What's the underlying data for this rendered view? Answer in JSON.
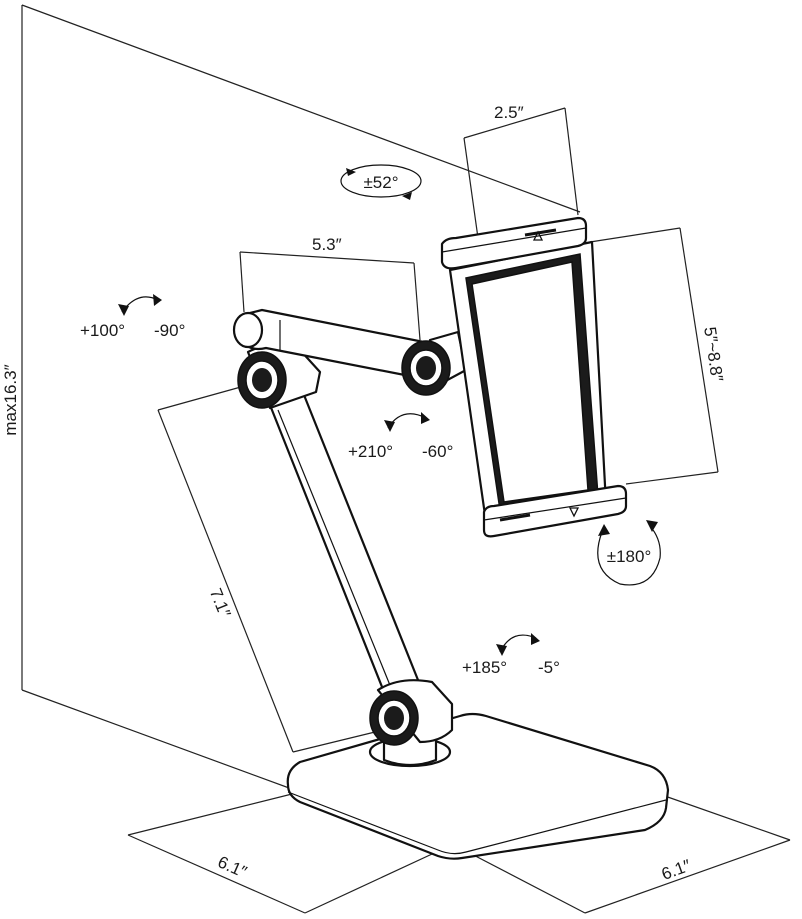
{
  "dimensions": {
    "clamp_width": "2.5″",
    "upper_arm_length": "5.3″",
    "tablet_range": "5″~8.8″",
    "lower_arm_length": "7.1″",
    "max_height": "max16.3″",
    "base_depth": "6.1″",
    "base_width": "6.1″"
  },
  "rotations": {
    "clamp_swivel": "±52°",
    "elbow_up": "+100°",
    "elbow_down": "-90°",
    "holder_up": "+210°",
    "holder_down": "-60°",
    "holder_rotate": "±180°",
    "base_up": "+185°",
    "base_down": "-5°"
  },
  "colors": {
    "line": "#111111",
    "fill": "#ffffff",
    "joint": "#1b1b1b"
  }
}
